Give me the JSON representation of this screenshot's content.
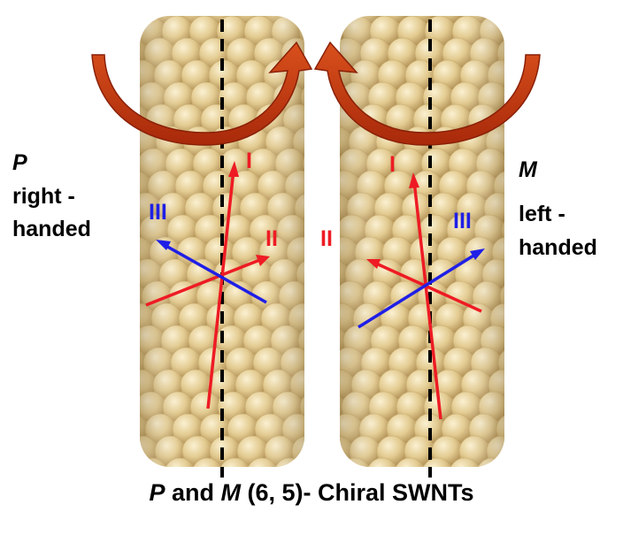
{
  "left_tube": {
    "symbol": "P",
    "hand_line1": "right -",
    "hand_line2": "handed",
    "axis_labels": {
      "I": "I",
      "II": "II",
      "III": "III"
    }
  },
  "right_tube": {
    "symbol": "M",
    "hand_line1": "left -",
    "hand_line2": "handed",
    "axis_labels": {
      "I": "I",
      "II": "II",
      "III": "III"
    }
  },
  "caption": {
    "p": "P",
    "and": " and ",
    "m": "M",
    "rest": " (6, 5)- Chiral SWNTs"
  },
  "colors": {
    "tube_light": "#f3e2b4",
    "tube_mid": "#dcc184",
    "tube_dark": "#a8884e",
    "twist_arrow": "#c4380c",
    "vector_red": "#ee1b24",
    "vector_blue": "#1f1fe6",
    "axis_dash": "#000000"
  }
}
